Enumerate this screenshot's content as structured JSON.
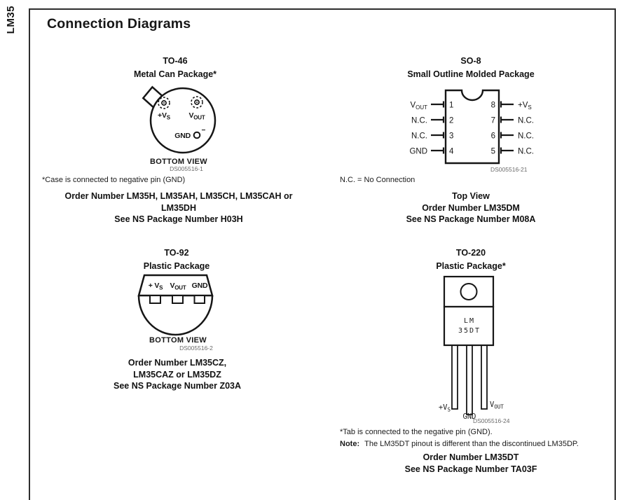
{
  "page": {
    "side_label": "LM35",
    "title": "Connection Diagrams"
  },
  "to46": {
    "heading1": "TO-46",
    "heading2": "Metal Can Package*",
    "pin_vs_pre": "+V",
    "pin_vs_sub": "S",
    "pin_vout_pre": "V",
    "pin_vout_sub": "OUT",
    "pin_gnd": "GND",
    "gnd_polarity": "−",
    "view_label": "BOTTOM VIEW",
    "ds_number": "DS005516-1",
    "footnote": "*Case is connected to negative pin (GND)",
    "order_line1": "Order Number LM35H, LM35AH, LM35CH, LM35CAH or",
    "order_line2": "LM35DH",
    "order_line3": "See NS Package Number H03H"
  },
  "so8": {
    "heading1": "SO-8",
    "heading2": "Small Outline Molded Package",
    "left_pins": [
      {
        "pre": "V",
        "sub": "OUT",
        "num": "1"
      },
      {
        "pre": "N.C.",
        "sub": "",
        "num": "2"
      },
      {
        "pre": "N.C.",
        "sub": "",
        "num": "3"
      },
      {
        "pre": "GND",
        "sub": "",
        "num": "4"
      }
    ],
    "right_pins": [
      {
        "pre": "+V",
        "sub": "S",
        "num": "8"
      },
      {
        "pre": "N.C.",
        "sub": "",
        "num": "7"
      },
      {
        "pre": "N.C.",
        "sub": "",
        "num": "6"
      },
      {
        "pre": "N.C.",
        "sub": "",
        "num": "5"
      }
    ],
    "ds_number": "DS005516-21",
    "nc_note": "N.C. = No Connection",
    "caption_line1": "Top View",
    "caption_line2": "Order Number LM35DM",
    "caption_line3": "See NS Package Number M08A"
  },
  "to92": {
    "heading1": "TO-92",
    "heading2": "Plastic Package",
    "pin_vs_pre": "+ V",
    "pin_vs_sub": "S",
    "pin_vout_pre": "V",
    "pin_vout_sub": "OUT",
    "pin_gnd": "GND",
    "view_label": "BOTTOM VIEW",
    "ds_number": "DS005516-2",
    "order_line1": "Order Number LM35CZ,",
    "order_line2": "LM35CAZ or LM35DZ",
    "order_line3": "See NS Package Number Z03A"
  },
  "to220": {
    "heading1": "TO-220",
    "heading2": "Plastic Package*",
    "chip_line1": "LM",
    "chip_line2": "35DT",
    "pin_vs_pre": "+V",
    "pin_vs_sub": "S",
    "pin_vout_pre": "V",
    "pin_vout_sub": "OUT",
    "pin_gnd": "GND",
    "ds_number": "DS005516-24",
    "footnote": "*Tab is connected to the negative pin (GND).",
    "note_label": "Note:",
    "note_text": "The LM35DT pinout is different than the discontinued LM35DP.",
    "order_line1": "Order Number LM35DT",
    "order_line2": "See NS Package Number TA03F"
  }
}
